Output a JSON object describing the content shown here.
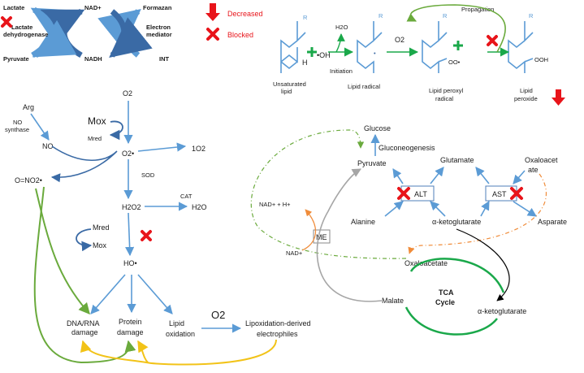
{
  "legend": {
    "decreased": "Decreased",
    "blocked": "Blocked"
  },
  "enzyme_panel": {
    "lactate": "Lactate",
    "ldh_line1": "Lactate",
    "ldh_line2": "dehydrogenase",
    "pyruvate": "Pyruvate",
    "nad_plus": "NAD+",
    "nadh": "NADH",
    "formazan": "Formazan",
    "electron_line1": "Electron",
    "electron_line2": "mediator",
    "int": "INT"
  },
  "lipid_panel": {
    "r_labels": [
      "R",
      "R",
      "R",
      "R"
    ],
    "hydroxyl": "•OH",
    "water": "H2O",
    "h_atom": "H",
    "initiation": "Initiation",
    "o2": "O2",
    "propagation": "Propagation",
    "peroxyl": "OO•",
    "hydroperoxide": "OOH",
    "unsaturated_lipid_1": "Unsaturated",
    "unsaturated_lipid_2": "lipid",
    "lipid_radical": "Lipid radical",
    "lipid_peroxyl_1": "Lipid peroxyl",
    "lipid_peroxyl_2": "radical",
    "lipid_peroxide_1": "Lipid",
    "lipid_peroxide_2": "peroxide"
  },
  "ros_panel": {
    "arg": "Arg",
    "no_synthase_1": "NO",
    "no_synthase_2": "synthase",
    "no": "NO",
    "peroxynitrite": "O=NO2•",
    "o2_top": "O2",
    "m_ox": "Mox",
    "m_red": "Mred",
    "superoxide": "O2•",
    "singlet_oxygen": "1O2",
    "sod": "SOD",
    "h2o2": "H2O2",
    "cat": "CAT",
    "h2o": "H2O",
    "m_red_2": "Mred",
    "m_ox_2": "Mox",
    "hydroxyl": "HO•",
    "dna_1": "DNA/RNA",
    "dna_2": "damage",
    "protein_1": "Protein",
    "protein_2": "damage",
    "lipid_ox_1": "Lipid",
    "lipid_ox_2": "oxidation",
    "o2_lipid": "O2",
    "lipoxidation_1": "Lipoxidation-derived",
    "lipoxidation_2": "electrophiles"
  },
  "metabolism_panel": {
    "glucose": "Glucose",
    "gluconeogenesis": "Gluconeogenesis",
    "pyruvate": "Pyruvate",
    "glutamate": "Glutamate",
    "oxaloacetate_1": "Oxaloacet",
    "oxaloacetate_2": "ate",
    "alt": "ALT",
    "ast": "AST",
    "alanine": "Alanine",
    "ketoglutarate": "α-ketoglutarate",
    "asparate": "Asparate",
    "nad_h": "NAD+ + H+",
    "me": "ME",
    "nad_plus": "NAD+",
    "oxaloacetate_tca": "Oxaloacetate",
    "tca_1": "TCA",
    "tca_2": "Cycle",
    "malate": "Malate",
    "ketoglutarate_tca": "α-ketoglutarate"
  },
  "colors": {
    "blue_arrow": "#5b9bd5",
    "dark_blue": "#3a6aa5",
    "green": "#1aa84a",
    "olive_green": "#6aaa3c",
    "yellow": "#f2c318",
    "orange_dashed": "#f08c3a",
    "gray": "#a6a6a6",
    "red": "#e8141a",
    "black": "#000000"
  }
}
